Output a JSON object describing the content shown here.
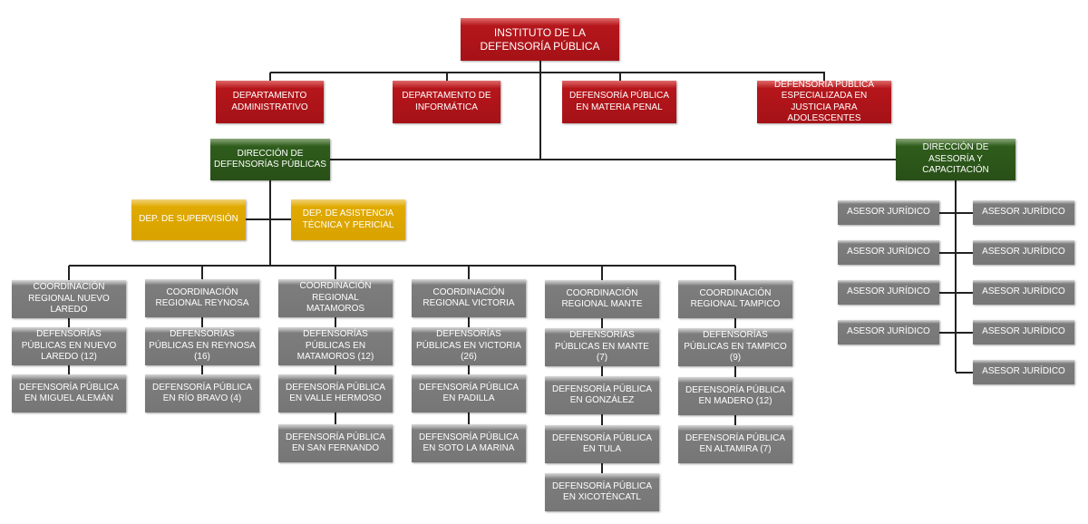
{
  "root": "INSTITUTO DE LA DEFENSORÍA PÚBLICA",
  "departments": [
    "DEPARTAMENTO ADMINISTRATIVO",
    "DEPARTAMENTO DE INFORMÁTICA",
    "DEFENSORÍA PÚBLICA EN MATERIA PENAL",
    "DEFENSORÍA PÚBLICA ESPECIALIZADA EN JUSTICIA PARA ADOLESCENTES"
  ],
  "directions": [
    "DIRECCIÓN DE DEFENSORÍAS PÚBLICAS",
    "DIRECCIÓN DE ASESORÍA Y CAPACITACIÓN"
  ],
  "support": [
    "DEP. DE SUPERVISIÓN",
    "DEP. DE ASISTENCIA TÉCNICA Y PERICIAL"
  ],
  "columns": [
    [
      "COORDINACIÓN REGIONAL NUEVO LAREDO",
      "DEFENSORÍAS PÚBLICAS EN NUEVO LAREDO (12)",
      "DEFENSORÍA PÚBLICA EN MIGUEL ALEMÁN"
    ],
    [
      "COORDINACIÓN REGIONAL REYNOSA",
      "DEFENSORÍAS PÚBLICAS EN REYNOSA (16)",
      "DEFENSORÍA PÚBLICA EN RÍO BRAVO (4)"
    ],
    [
      "COORDINACIÓN REGIONAL MATAMOROS",
      "DEFENSORÍAS PÚBLICAS EN MATAMOROS (12)",
      "DEFENSORÍA PÚBLICA EN VALLE HERMOSO",
      "DEFENSORÍA PÚBLICA EN  SAN FERNANDO"
    ],
    [
      "COORDINACIÓN REGIONAL VICTORIA",
      "DEFENSORÍAS PÚBLICAS EN VICTORIA (26)",
      "DEFENSORÍA PÚBLICA EN PADILLA",
      "DEFENSORÍA PÚBLICA EN SOTO LA MARINA"
    ],
    [
      "COORDINACIÓN REGIONAL MANTE",
      "DEFENSORÍAS PÚBLICAS EN MANTE (7)",
      "DEFENSORÍA PÚBLICA EN GONZÁLEZ",
      "DEFENSORÍA PÚBLICA EN TULA",
      "DEFENSORÍA PÚBLICA EN XICOTÉNCATL"
    ],
    [
      "COORDINACIÓN REGIONAL TAMPICO",
      "DEFENSORÍAS PÚBLICAS EN TAMPICO (9)",
      "DEFENSORÍA PÚBLICA EN MADERO (12)",
      "DEFENSORÍA PÚBLICA EN ALTAMIRA (7)"
    ]
  ],
  "advisors_left": [
    "ASESOR JURÍDICO",
    "ASESOR JURÍDICO",
    "ASESOR JURÍDICO",
    "ASESOR JURÍDICO"
  ],
  "advisors_right": [
    "ASESOR JURÍDICO",
    "ASESOR JURÍDICO",
    "ASESOR JURÍDICO",
    "ASESOR JURÍDICO",
    "ASESOR JURÍDICO"
  ],
  "colors": {
    "red": "#b5161b",
    "green": "#2f5d1c",
    "yellow": "#e0aa00",
    "gray": "#7a7a7a"
  }
}
